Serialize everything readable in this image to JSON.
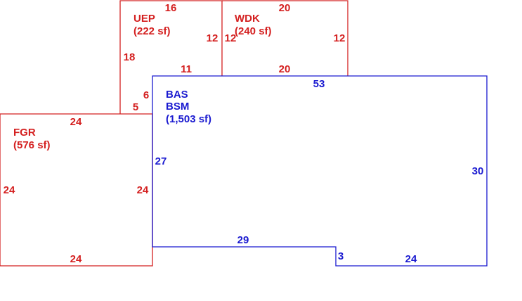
{
  "colors": {
    "red": "#d42020",
    "blue": "#1a1ad0"
  },
  "areas": {
    "uep": {
      "code": "UEP",
      "area": "(222 sf)"
    },
    "wdk": {
      "code": "WDK",
      "area": "(240 sf)"
    },
    "fgr": {
      "code": "FGR",
      "area": "(576 sf)"
    },
    "bas": {
      "code": "BAS",
      "code2": "BSM",
      "area": "(1,503 sf)"
    }
  },
  "dimensions": {
    "uep_top": "16",
    "uep_left": "18",
    "uep_right": "12",
    "uep_bottom": "11",
    "uep_step_a": "6",
    "uep_step_b": "5",
    "wdk_top": "20",
    "wdk_left": "12",
    "wdk_right": "12",
    "wdk_bottom": "20",
    "fgr_top": "24",
    "fgr_left": "24",
    "fgr_right": "24",
    "fgr_bottom": "24",
    "bas_top": "53",
    "bas_left": "27",
    "bas_right": "30",
    "bas_bottom_left": "29",
    "bas_notch": "3",
    "bas_bottom_right": "24"
  }
}
